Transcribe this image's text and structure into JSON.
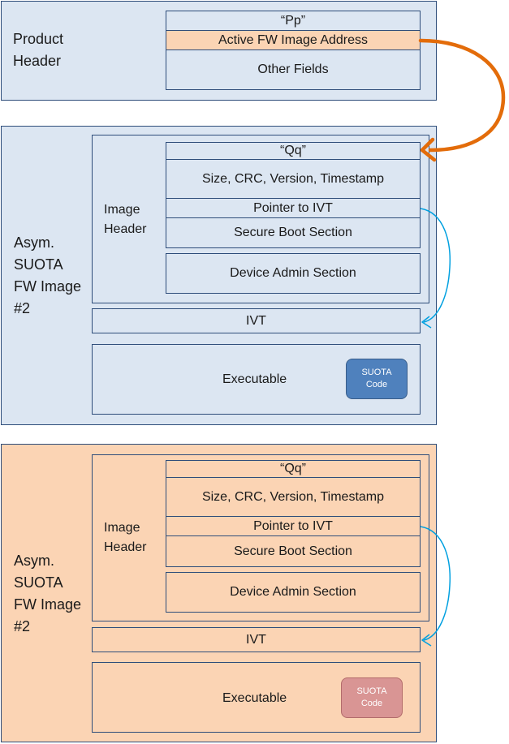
{
  "product_header": {
    "label_lines": [
      "Product",
      "Header"
    ],
    "fields": {
      "pp": "“Pp”",
      "active_address": "Active FW Image Address",
      "other": "Other Fields"
    }
  },
  "image_a": {
    "label_lines": [
      "Asym.",
      "SUOTA",
      "FW Image",
      "#2"
    ],
    "header_label_lines": [
      "Image",
      "Header"
    ],
    "fields": {
      "qq": "“Qq”",
      "size": "Size, CRC, Version, Timestamp",
      "pointer": "Pointer to IVT",
      "secure_boot": "Secure Boot Section",
      "device_admin": "Device Admin Section"
    },
    "ivt": "IVT",
    "executable": "Executable",
    "suota_code_lines": [
      "SUOTA",
      "Code"
    ]
  },
  "image_b": {
    "label_lines": [
      "Asym.",
      "SUOTA",
      "FW Image",
      "#2"
    ],
    "header_label_lines": [
      "Image",
      "Header"
    ],
    "fields": {
      "qq": "“Qq”",
      "size": "Size, CRC, Version, Timestamp",
      "pointer": "Pointer to IVT",
      "secure_boot": "Secure Boot Section",
      "device_admin": "Device Admin Section"
    },
    "ivt": "IVT",
    "executable": "Executable",
    "suota_code_lines": [
      "SUOTA",
      "Code"
    ]
  },
  "colors": {
    "blue_fill": "#dce6f2",
    "peach_fill": "#fbd4b4",
    "highlight_fill": "#fbd4b4",
    "border": "#2e4d7a",
    "orange_arrow": "#e36c0a",
    "blue_arrow": "#00a0e0",
    "suota_blue": "#4f81bd",
    "suota_pink": "#d99594"
  }
}
